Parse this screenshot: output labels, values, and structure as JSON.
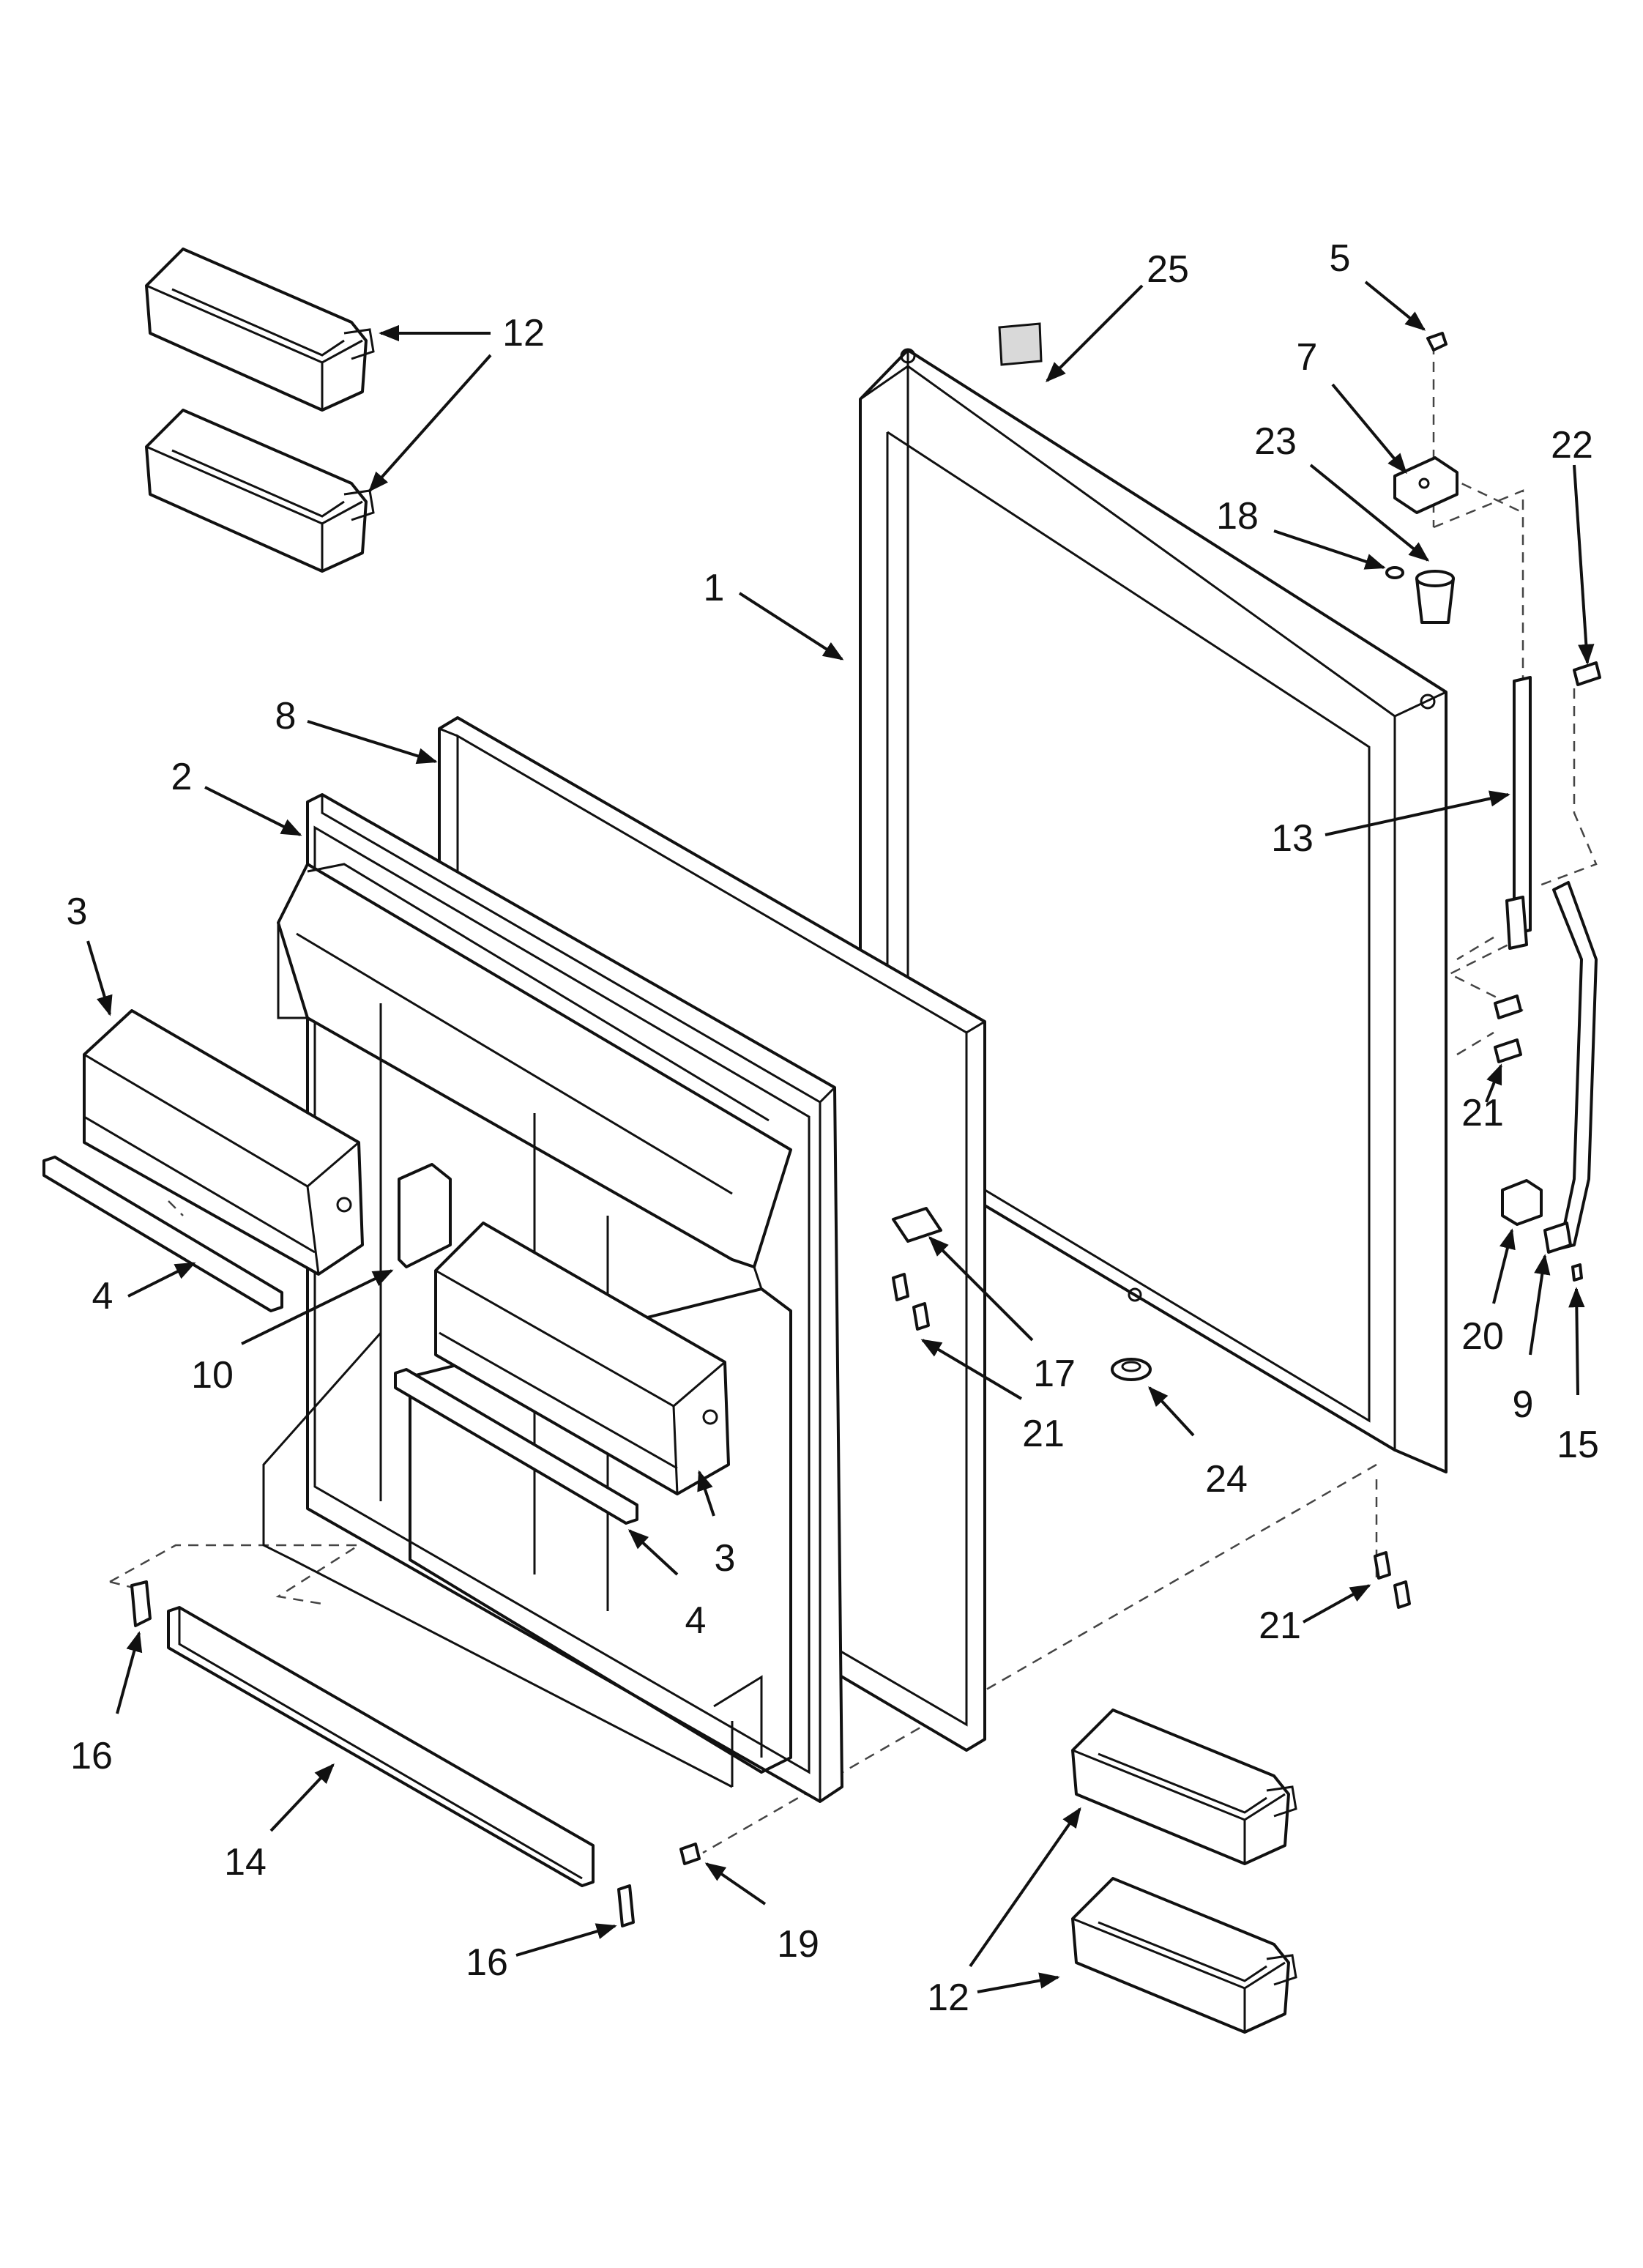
{
  "diagram": {
    "callouts": [
      {
        "id": "c25",
        "text": "25"
      },
      {
        "id": "c5",
        "text": "5"
      },
      {
        "id": "c12a",
        "text": "12"
      },
      {
        "id": "c7",
        "text": "7"
      },
      {
        "id": "c23",
        "text": "23"
      },
      {
        "id": "c22",
        "text": "22"
      },
      {
        "id": "c18",
        "text": "18"
      },
      {
        "id": "c1",
        "text": "1"
      },
      {
        "id": "c8",
        "text": "8"
      },
      {
        "id": "c2",
        "text": "2"
      },
      {
        "id": "c13",
        "text": "13"
      },
      {
        "id": "c3a",
        "text": "3"
      },
      {
        "id": "c21a",
        "text": "21"
      },
      {
        "id": "c4a",
        "text": "4"
      },
      {
        "id": "c10",
        "text": "10"
      },
      {
        "id": "c17",
        "text": "17"
      },
      {
        "id": "c20",
        "text": "20"
      },
      {
        "id": "c21b",
        "text": "21"
      },
      {
        "id": "c9",
        "text": "9"
      },
      {
        "id": "c15",
        "text": "15"
      },
      {
        "id": "c24",
        "text": "24"
      },
      {
        "id": "c3b",
        "text": "3"
      },
      {
        "id": "c4b",
        "text": "4"
      },
      {
        "id": "c21c",
        "text": "21"
      },
      {
        "id": "c16a",
        "text": "16"
      },
      {
        "id": "c14",
        "text": "14"
      },
      {
        "id": "c19",
        "text": "19"
      },
      {
        "id": "c16b",
        "text": "16"
      },
      {
        "id": "c12b",
        "text": "12"
      }
    ]
  }
}
